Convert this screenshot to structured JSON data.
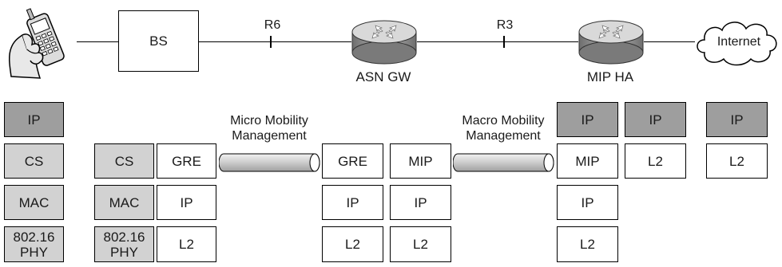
{
  "top": {
    "bs_label": "BS",
    "r6_label": "R6",
    "r3_label": "R3",
    "asn_gw_label": "ASN GW",
    "mip_ha_label": "MIP HA",
    "internet_label": "Internet"
  },
  "tunnels": {
    "micro_label_line1": "Micro Mobility",
    "micro_label_line2": "Management",
    "macro_label_line1": "Macro Mobility",
    "macro_label_line2": "Management"
  },
  "stacks": {
    "ms": [
      "IP",
      "CS",
      "MAC",
      "802.16\nPHY"
    ],
    "bs_left": [
      "CS",
      "MAC",
      "802.16\nPHY"
    ],
    "bs_right": [
      "GRE",
      "IP",
      "L2"
    ],
    "asn_left": [
      "GRE",
      "IP",
      "L2"
    ],
    "asn_right": [
      "MIP",
      "IP",
      "L2"
    ],
    "ha_left": [
      "IP",
      "MIP",
      "IP",
      "L2"
    ],
    "ha_right": [
      "IP",
      "L2"
    ],
    "internet": [
      "IP",
      "L2"
    ]
  },
  "colors": {
    "dark": "#9e9e9e",
    "light": "#d2d2d2",
    "router": "#8f8f8f"
  }
}
